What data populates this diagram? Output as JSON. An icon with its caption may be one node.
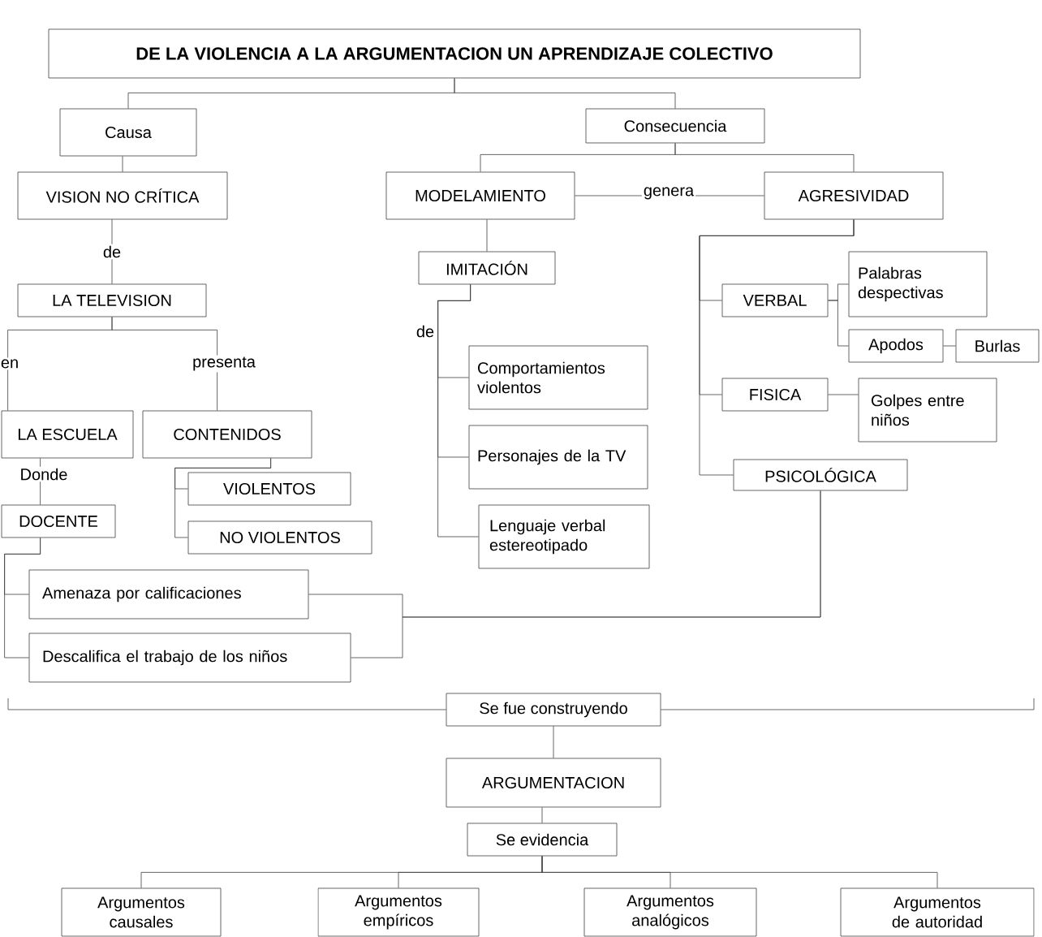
{
  "diagram": {
    "nodes": [
      {
        "text": [
          "DE LA VIOLENCIA A LA ARGUMENTACION UN APRENDIZAJE COLECTIVO"
        ]
      },
      {
        "text": [
          "Causa"
        ]
      },
      {
        "text": [
          "Consecuencia"
        ]
      },
      {
        "text": [
          "VISION NO CRÍTICA"
        ]
      },
      {
        "text": [
          "MODELAMIENTO"
        ]
      },
      {
        "text": [
          "AGRESIVIDAD"
        ]
      },
      {
        "text": [
          "LA TELEVISION"
        ]
      },
      {
        "text": [
          "IMITACIÓN"
        ]
      },
      {
        "text": [
          "VERBAL"
        ]
      },
      {
        "text": [
          "Palabras despectivas"
        ]
      },
      {
        "text": [
          "Apodos"
        ]
      },
      {
        "text": [
          "Burlas"
        ]
      },
      {
        "text": [
          "Comportamientos violentos"
        ]
      },
      {
        "text": [
          "FISICA"
        ]
      },
      {
        "text": [
          "Golpes entre niños"
        ]
      },
      {
        "text": [
          "Personajes de la TV"
        ]
      },
      {
        "text": [
          "LA ESCUELA"
        ]
      },
      {
        "text": [
          "CONTENIDOS"
        ]
      },
      {
        "text": [
          "PSICOLÓGICA"
        ]
      },
      {
        "text": [
          "VIOLENTOS"
        ]
      },
      {
        "text": [
          "Lenguaje verbal estereotipado"
        ]
      },
      {
        "text": [
          "DOCENTE"
        ]
      },
      {
        "text": [
          "NO VIOLENTOS"
        ]
      },
      {
        "text": [
          "Amenaza por calificaciones"
        ]
      },
      {
        "text": [
          "Descalifica el trabajo de los niños"
        ]
      },
      {
        "text": [
          "Se fue construyendo"
        ]
      },
      {
        "text": [
          "ARGUMENTACION"
        ]
      },
      {
        "text": [
          "Se evidencia"
        ]
      },
      {
        "text": [
          "Argumentos causales"
        ]
      },
      {
        "text": [
          "Argumentos empíricos"
        ]
      },
      {
        "text": [
          "Argumentos analógicos"
        ]
      },
      {
        "text": [
          "Argumentos de autoridad"
        ]
      }
    ],
    "edges": [
      {
        "from": 0,
        "to": 1,
        "arrow": "none"
      },
      {
        "from": 0,
        "to": 2,
        "arrow": "none"
      },
      {
        "from": 1,
        "to": 3,
        "arrow": "none"
      },
      {
        "from": 2,
        "to": 4,
        "arrow": "none"
      },
      {
        "from": 2,
        "to": 5,
        "arrow": "none"
      },
      {
        "from": 3,
        "to": 6,
        "arrow": "none",
        "label": "de"
      },
      {
        "from": 4,
        "to": 5,
        "arrow": "none",
        "label": "genera"
      },
      {
        "from": 4,
        "to": 7,
        "arrow": "none"
      },
      {
        "from": 7,
        "to": 12,
        "arrow": "none",
        "label": "de"
      },
      {
        "from": 7,
        "to": 15,
        "arrow": "none"
      },
      {
        "from": 7,
        "to": 20,
        "arrow": "none"
      },
      {
        "from": 6,
        "to": 16,
        "arrow": "none",
        "label": "en"
      },
      {
        "from": 6,
        "to": 17,
        "arrow": "none",
        "label": "presenta"
      },
      {
        "from": 16,
        "to": 21,
        "arrow": "none",
        "label": "Donde"
      },
      {
        "from": 17,
        "to": 19,
        "arrow": "none"
      },
      {
        "from": 17,
        "to": 22,
        "arrow": "none"
      },
      {
        "from": 21,
        "to": 23,
        "arrow": "none"
      },
      {
        "from": 21,
        "to": 24,
        "arrow": "none"
      },
      {
        "from": 18,
        "to": 23,
        "arrow": "none"
      },
      {
        "from": 18,
        "to": 24,
        "arrow": "none"
      },
      {
        "from": 5,
        "to": 8,
        "arrow": "none"
      },
      {
        "from": 5,
        "to": 13,
        "arrow": "none"
      },
      {
        "from": 5,
        "to": 18,
        "arrow": "none"
      },
      {
        "from": 8,
        "to": 9,
        "arrow": "none"
      },
      {
        "from": 8,
        "to": 10,
        "arrow": "none"
      },
      {
        "from": 10,
        "to": 11,
        "arrow": "none"
      },
      {
        "from": 13,
        "to": 14,
        "arrow": "none"
      },
      {
        "from": 25,
        "to": 26,
        "arrow": "none"
      },
      {
        "from": 26,
        "to": 27,
        "arrow": "none"
      },
      {
        "from": 27,
        "to": 28,
        "arrow": "none"
      },
      {
        "from": 27,
        "to": 29,
        "arrow": "none"
      },
      {
        "from": 27,
        "to": 30,
        "arrow": "none"
      },
      {
        "from": 27,
        "to": 31,
        "arrow": "none"
      }
    ]
  }
}
